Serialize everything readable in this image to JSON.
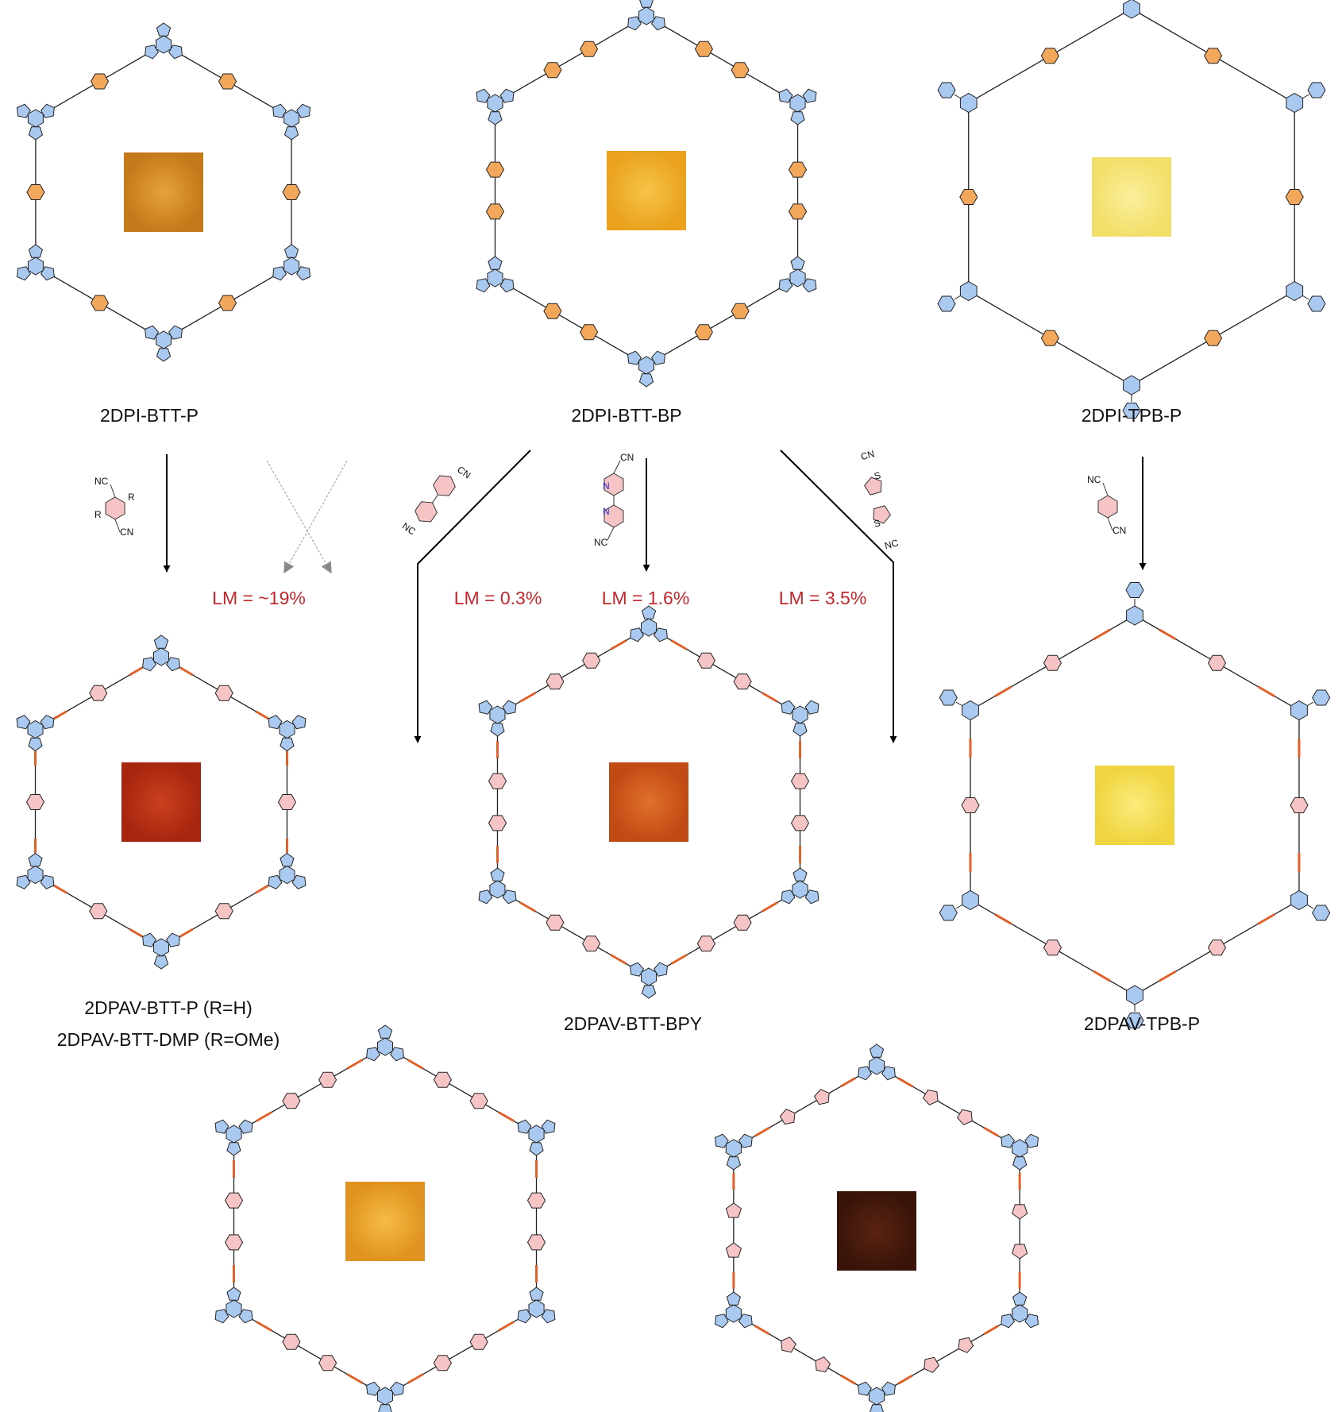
{
  "colors": {
    "node_fill": "#a9c9f0",
    "linker_imine": "#f2a75a",
    "linker_vinylene": "#f6c4c4",
    "vinylene_bond": "#e0622a",
    "arrow": "#000000",
    "arrow_forbidden": "#8a8a8a",
    "lm_text": "#c0282d"
  },
  "frameworks": [
    {
      "id": "2dpi-btt-p",
      "name": "2DPI-BTT-P",
      "node": "BTT",
      "linker_rings": 1,
      "linker": "imine",
      "powder": [
        "#c47a1a",
        "#e6a23c"
      ]
    },
    {
      "id": "2dpi-btt-bp",
      "name": "2DPI-BTT-BP",
      "node": "BTT",
      "linker_rings": 2,
      "linker": "imine",
      "powder": [
        "#eaa21f",
        "#f7c448"
      ]
    },
    {
      "id": "2dpi-tpb-p",
      "name": "2DPI-TPB-P",
      "node": "TPB",
      "linker_rings": 1,
      "linker": "imine",
      "powder": [
        "#f2df6a",
        "#fbef9c"
      ]
    },
    {
      "id": "2dpav-btt-p",
      "name": "2DPAV-BTT-P  (R=H)",
      "name2": "2DPAV-BTT-DMP  (R=OMe)",
      "node": "BTT",
      "linker_rings": 1,
      "linker": "vinylene",
      "powder": [
        "#a8260f",
        "#c9401e"
      ]
    },
    {
      "id": "2dpav-btt-bpy",
      "name": "2DPAV-BTT-BPY",
      "node": "BTT",
      "linker_rings": 2,
      "linker": "vinylene",
      "powder": [
        "#c24a14",
        "#e0702c"
      ]
    },
    {
      "id": "2dpav-tpb-p",
      "name": "2DPAV-TPB-P",
      "node": "TPB",
      "linker_rings": 1,
      "linker": "vinylene",
      "powder": [
        "#f0d540",
        "#fbeb7c"
      ]
    },
    {
      "id": "2dpav-btt-bp",
      "name": "",
      "node": "BTT",
      "linker_rings": 2,
      "linker": "vinylene",
      "powder": [
        "#e09320",
        "#f6bc45"
      ]
    },
    {
      "id": "2dpav-btt-bt",
      "name": "",
      "node": "BTT",
      "linker_rings": 2,
      "linker": "vinylene",
      "linker_shape": "thiophene",
      "powder": [
        "#3a1409",
        "#5a2412"
      ]
    }
  ],
  "reactions": {
    "lm": [
      "LM = ~19%",
      "LM = 0.3%",
      "LM = 1.6%",
      "LM = 3.5%"
    ],
    "monomers": {
      "phenylene": {
        "top": "NC",
        "bottom": "CN",
        "sub1": "R",
        "sub2": "R"
      },
      "biphenyl": {
        "top": "CN",
        "bottom": "NC"
      },
      "bipyridine": {
        "top": "CN",
        "bottom": "NC",
        "n1": "N",
        "n2": "N"
      },
      "bithiophene": {
        "top": "CN",
        "bottom": "NC",
        "s1": "S",
        "s2": "S"
      },
      "tpb_phenylene": {
        "top": "NC",
        "bottom": "CN"
      }
    }
  }
}
